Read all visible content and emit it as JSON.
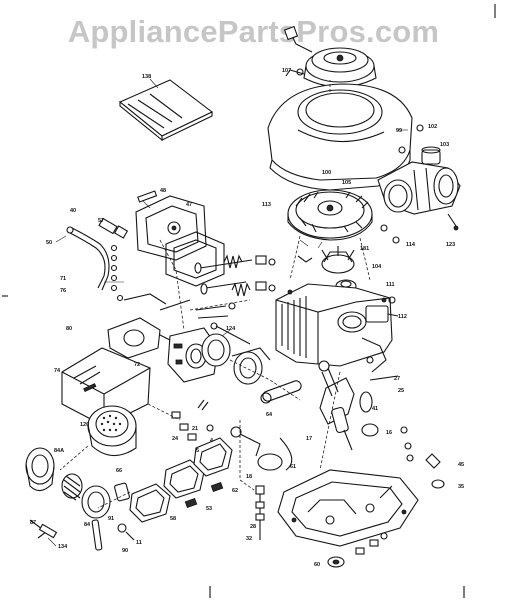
{
  "watermark": "AppliancePartsPros.com",
  "callouts": [
    {
      "id": "c_engine_label",
      "text": "138"
    },
    {
      "id": "c_starter_top",
      "text": "107"
    },
    {
      "id": "c_blower",
      "text": "99"
    },
    {
      "id": "c_102",
      "text": "102"
    },
    {
      "id": "c_103",
      "text": "103"
    },
    {
      "id": "c_105",
      "text": "105"
    },
    {
      "id": "c_100",
      "text": "100"
    },
    {
      "id": "c_113",
      "text": "113"
    },
    {
      "id": "c_114",
      "text": "114"
    },
    {
      "id": "c_123",
      "text": "123"
    },
    {
      "id": "c_181",
      "text": "181"
    },
    {
      "id": "c_104",
      "text": "104"
    },
    {
      "id": "c_47",
      "text": "47"
    },
    {
      "id": "c_48",
      "text": "48"
    },
    {
      "id": "c_40",
      "text": "40"
    },
    {
      "id": "c_50",
      "text": "50"
    },
    {
      "id": "c_57",
      "text": "57"
    },
    {
      "id": "c_71",
      "text": "71"
    },
    {
      "id": "c_76",
      "text": "76"
    },
    {
      "id": "c_80",
      "text": "80"
    },
    {
      "id": "c_111",
      "text": "111"
    },
    {
      "id": "c_112",
      "text": "112"
    },
    {
      "id": "c_124",
      "text": "124"
    },
    {
      "id": "c_72",
      "text": "72"
    },
    {
      "id": "c_74",
      "text": "74"
    },
    {
      "id": "c_120",
      "text": "120"
    },
    {
      "id": "c_27",
      "text": "27"
    },
    {
      "id": "c_25",
      "text": "25"
    },
    {
      "id": "c_84a",
      "text": "84A"
    },
    {
      "id": "c_66",
      "text": "66"
    },
    {
      "id": "c_87",
      "text": "87"
    },
    {
      "id": "c_84",
      "text": "84"
    },
    {
      "id": "c_91",
      "text": "91"
    },
    {
      "id": "c_134",
      "text": "134"
    },
    {
      "id": "c_90",
      "text": "90"
    },
    {
      "id": "c_11",
      "text": "11"
    },
    {
      "id": "c_58",
      "text": "58"
    },
    {
      "id": "c_53",
      "text": "53"
    },
    {
      "id": "c_62",
      "text": "62"
    },
    {
      "id": "c_21",
      "text": "21"
    },
    {
      "id": "c_24",
      "text": "24"
    },
    {
      "id": "c_4",
      "text": "4"
    },
    {
      "id": "c_5",
      "text": "5"
    },
    {
      "id": "c_64",
      "text": "64"
    },
    {
      "id": "c_41",
      "text": "41"
    },
    {
      "id": "c_17",
      "text": "17"
    },
    {
      "id": "c_61",
      "text": "61"
    },
    {
      "id": "c_16",
      "text": "16"
    },
    {
      "id": "c_28",
      "text": "28"
    },
    {
      "id": "c_18",
      "text": "18"
    },
    {
      "id": "c_32",
      "text": "32"
    },
    {
      "id": "c_60",
      "text": "60"
    },
    {
      "id": "c_45",
      "text": "45"
    },
    {
      "id": "c_35",
      "text": "35"
    }
  ]
}
